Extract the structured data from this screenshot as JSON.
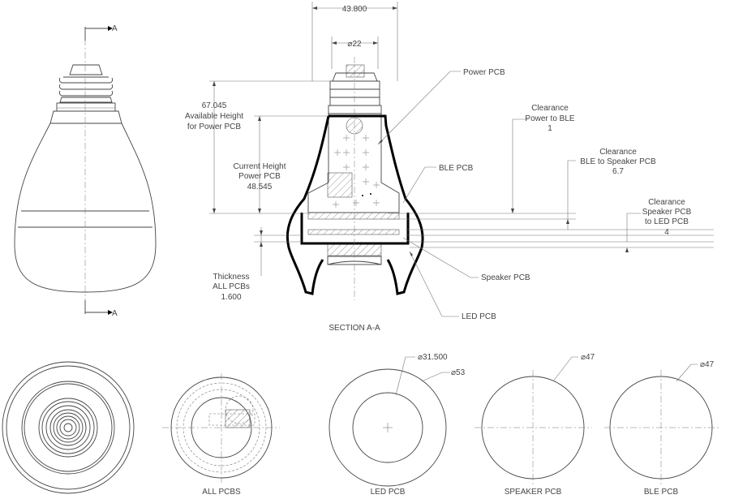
{
  "section_markers": {
    "top": "A",
    "bottom": "A"
  },
  "section_title": "SECTION A-A",
  "dims": {
    "width_total": "43.800",
    "width_neck": "⌀22"
  },
  "callouts": {
    "power_pcb": "Power PCB",
    "ble_pcb": "BLE PCB",
    "speaker_pcb": "Speaker PCB",
    "led_pcb": "LED PCB"
  },
  "annotations": {
    "available_height": [
      "67.045",
      "Available Height",
      "for Power PCB"
    ],
    "current_height": [
      "Current Height",
      "Power PCB",
      "48.545"
    ],
    "thickness": [
      "Thickness",
      "ALL PCBs",
      "1.600"
    ],
    "clear_power_ble": [
      "Clearance",
      "Power to BLE",
      "1"
    ],
    "clear_ble_speaker": [
      "Clearance",
      "BLE to Speaker PCB",
      "6.7"
    ],
    "clear_speaker_led": [
      "Clearance",
      "Speaker PCB",
      "to LED PCB",
      "4"
    ]
  },
  "bottom_views": {
    "all_pcbs": "ALL PCBS",
    "led_pcb": "LED PCB",
    "speaker_pcb": "SPEAKER PCB",
    "ble_pcb": "BLE PCB",
    "led_dia_inner": "⌀31.500",
    "led_dia_outer": "⌀53",
    "speaker_dia": "⌀47",
    "ble_dia": "⌀47"
  }
}
